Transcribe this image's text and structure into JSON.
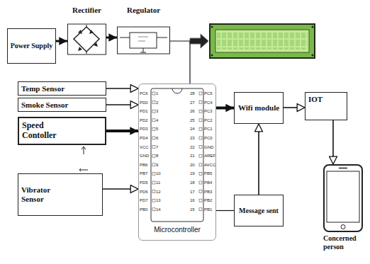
{
  "diagram": {
    "nodes": [
      {
        "text": [
          "Power Supply"
        ]
      },
      {
        "text": [
          "Rectifier"
        ]
      },
      {
        "text": [
          "Regulator"
        ]
      },
      {
        "text": [
          "Temp Sensor"
        ]
      },
      {
        "text": [
          "Smoke Sensor"
        ]
      },
      {
        "text": [
          "Speed Contoller"
        ]
      },
      {
        "text": [
          "Microcontroller"
        ]
      },
      {
        "text": [
          "Wifi module"
        ]
      },
      {
        "text": [
          "IOT"
        ]
      },
      {
        "text": [
          "Vibrator Sensor"
        ]
      },
      {
        "text": [
          "Message sent"
        ]
      },
      {
        "text": [
          "Concerned person"
        ]
      }
    ],
    "edges": [
      {
        "from": 0,
        "to": 1,
        "arrow": "to"
      },
      {
        "from": 1,
        "to": 2,
        "arrow": "to"
      },
      {
        "from": 2,
        "to": 6,
        "arrow": "none"
      },
      {
        "from": 3,
        "to": 6,
        "arrow": "to"
      },
      {
        "from": 4,
        "to": 6,
        "arrow": "to"
      },
      {
        "from": 5,
        "to": 6,
        "arrow": "to"
      },
      {
        "from": 6,
        "to": 7,
        "arrow": "to"
      },
      {
        "from": 7,
        "to": 8,
        "arrow": "to"
      },
      {
        "from": 9,
        "to": 6,
        "arrow": "to"
      },
      {
        "from": 6,
        "to": 10,
        "arrow": "none"
      },
      {
        "from": 10,
        "to": 7,
        "arrow": "to"
      },
      {
        "from": 8,
        "to": 11,
        "arrow": "to"
      }
    ],
    "labels": [
      "PC6",
      "1",
      "PD0",
      "2",
      "PD1",
      "3",
      "PD2",
      "4",
      "PD3",
      "5",
      "PD4",
      "6",
      "VCC",
      "7",
      "GND",
      "8",
      "PB6",
      "9",
      "PB7",
      "10",
      "PD5",
      "11",
      "PD6",
      "12",
      "PD7",
      "13",
      "PB0",
      "14",
      "28",
      "PC5",
      "27",
      "PC4",
      "26",
      "PC3",
      "25",
      "PC2",
      "24",
      "PC1",
      "23",
      "PC0",
      "22",
      "GND",
      "21",
      "AREF",
      "20",
      "AVCC",
      "19",
      "PB5",
      "18",
      "PB4",
      "17",
      "PB3",
      "16",
      "PB2",
      "15",
      "PB1"
    ]
  }
}
